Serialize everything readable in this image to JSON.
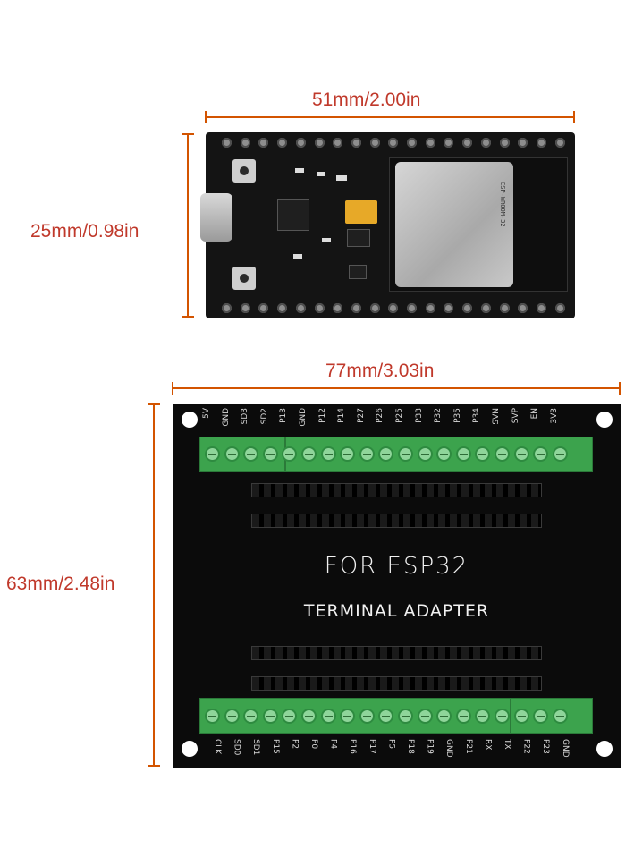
{
  "dimensions": {
    "esp_width": "51mm/2.00in",
    "esp_height": "25mm/0.98in",
    "adapter_width": "77mm/3.03in",
    "adapter_height": "63mm/2.48in"
  },
  "esp_module": {
    "shield_text": "ESP-WROOM-32"
  },
  "adapter": {
    "title": "FOR ESP32",
    "subtitle": "TERMINAL ADAPTER",
    "top_pins": [
      "5V",
      "GND",
      "SD3",
      "SD2",
      "P13",
      "GND",
      "P12",
      "P14",
      "P27",
      "P26",
      "P25",
      "P33",
      "P32",
      "P35",
      "P34",
      "SVN",
      "SVP",
      "EN",
      "3V3"
    ],
    "bottom_pins": [
      "CLK",
      "SD0",
      "SD1",
      "P15",
      "P2",
      "P0",
      "P4",
      "P16",
      "P17",
      "P5",
      "P18",
      "P19",
      "GND",
      "P21",
      "RX",
      "TX",
      "P22",
      "P23",
      "GND"
    ]
  },
  "colors": {
    "dimension": "#c0392b",
    "terminal_green": "#3ca34d",
    "board_black": "#0b0b0b"
  }
}
